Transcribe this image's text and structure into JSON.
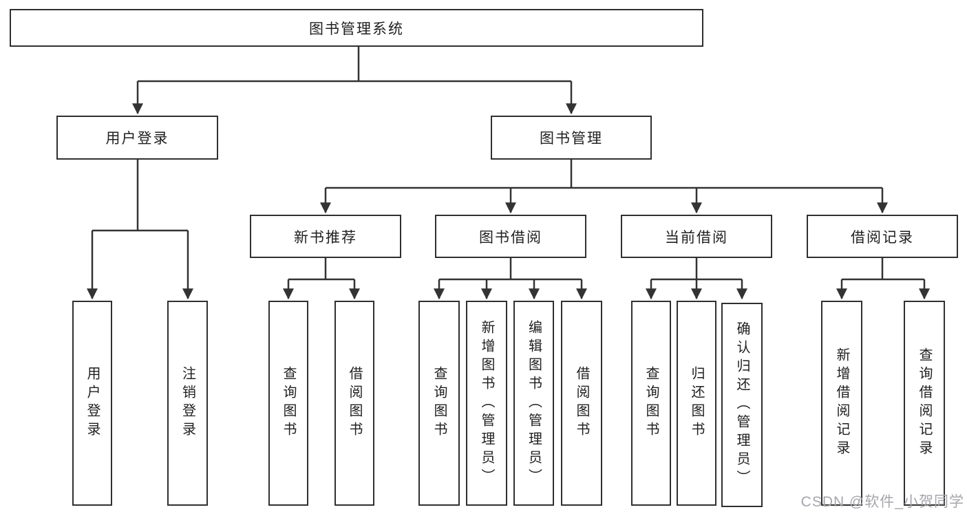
{
  "tree": {
    "root": {
      "label": "图书管理系统"
    },
    "branches": [
      {
        "label": "用户登录",
        "children": [
          {
            "label": "用户登录"
          },
          {
            "label": "注销登录"
          }
        ]
      },
      {
        "label": "图书管理",
        "children": [
          {
            "label": "新书推荐",
            "children": [
              {
                "label": "查询图书"
              },
              {
                "label": "借阅图书"
              }
            ]
          },
          {
            "label": "图书借阅",
            "children": [
              {
                "label": "查询图书"
              },
              {
                "label": "新增图书（管理员）"
              },
              {
                "label": "编辑图书（管理员）"
              },
              {
                "label": "借阅图书"
              }
            ]
          },
          {
            "label": "当前借阅",
            "children": [
              {
                "label": "查询图书"
              },
              {
                "label": "归还图书"
              },
              {
                "label": "确认归还（管理员）"
              }
            ]
          },
          {
            "label": "借阅记录",
            "children": [
              {
                "label": "新增借阅记录"
              },
              {
                "label": "查询借阅记录"
              }
            ]
          }
        ]
      }
    ]
  },
  "watermark": "CSDN @软件_小贺同学",
  "colors": {
    "line": "#333333",
    "box_border": "#2f2f2f",
    "box_bg": "#ffffff",
    "text": "#1f1f1f",
    "watermark": "#a5a5ac"
  }
}
